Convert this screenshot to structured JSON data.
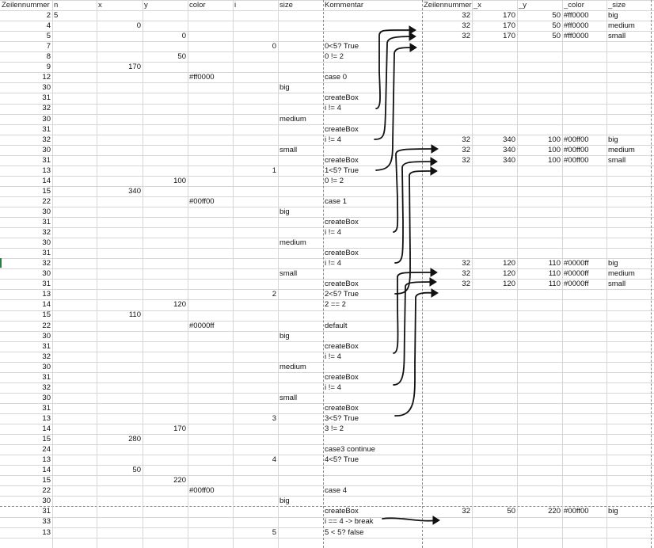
{
  "columns": [
    "Zeilennummer",
    "n",
    "x",
    "y",
    "color",
    "i",
    "size",
    "Kommentar",
    "Zeilennummer",
    "_x",
    "_y",
    "_color",
    "_size"
  ],
  "rows": [
    [
      "2",
      "5",
      "",
      "",
      "",
      "",
      "",
      "",
      "32",
      "170",
      "50",
      "#ff0000",
      "big"
    ],
    [
      "4",
      "",
      "0",
      "",
      "",
      "",
      "",
      "",
      "32",
      "170",
      "50",
      "#ff0000",
      "medium"
    ],
    [
      "5",
      "",
      "",
      "0",
      "",
      "",
      "",
      "",
      "32",
      "170",
      "50",
      "#ff0000",
      "small"
    ],
    [
      "7",
      "",
      "",
      "",
      "",
      "0",
      "",
      "0<5? True",
      "",
      "",
      "",
      "",
      ""
    ],
    [
      "8",
      "",
      "",
      "50",
      "",
      "",
      "",
      "0 != 2",
      "",
      "",
      "",
      "",
      ""
    ],
    [
      "9",
      "",
      "170",
      "",
      "",
      "",
      "",
      "",
      "",
      "",
      "",
      "",
      ""
    ],
    [
      "12",
      "",
      "",
      "",
      "#ff0000",
      "",
      "",
      "case 0",
      "",
      "",
      "",
      "",
      ""
    ],
    [
      "30",
      "",
      "",
      "",
      "",
      "",
      "big",
      "",
      "",
      "",
      "",
      "",
      ""
    ],
    [
      "31",
      "",
      "",
      "",
      "",
      "",
      "",
      "createBox",
      "",
      "",
      "",
      "",
      ""
    ],
    [
      "32",
      "",
      "",
      "",
      "",
      "",
      "",
      "i != 4",
      "",
      "",
      "",
      "",
      ""
    ],
    [
      "30",
      "",
      "",
      "",
      "",
      "",
      "medium",
      "",
      "",
      "",
      "",
      "",
      ""
    ],
    [
      "31",
      "",
      "",
      "",
      "",
      "",
      "",
      "createBox",
      "",
      "",
      "",
      "",
      ""
    ],
    [
      "32",
      "",
      "",
      "",
      "",
      "",
      "",
      "i != 4",
      "32",
      "340",
      "100",
      "#00ff00",
      "big"
    ],
    [
      "30",
      "",
      "",
      "",
      "",
      "",
      "small",
      "",
      "32",
      "340",
      "100",
      "#00ff00",
      "medium"
    ],
    [
      "31",
      "",
      "",
      "",
      "",
      "",
      "",
      "createBox",
      "32",
      "340",
      "100",
      "#00ff00",
      "small"
    ],
    [
      "13",
      "",
      "",
      "",
      "",
      "1",
      "",
      "1<5? True",
      "",
      "",
      "",
      "",
      ""
    ],
    [
      "14",
      "",
      "",
      "100",
      "",
      "",
      "",
      "0 != 2",
      "",
      "",
      "",
      "",
      ""
    ],
    [
      "15",
      "",
      "340",
      "",
      "",
      "",
      "",
      "",
      "",
      "",
      "",
      "",
      ""
    ],
    [
      "22",
      "",
      "",
      "",
      "#00ff00",
      "",
      "",
      "case 1",
      "",
      "",
      "",
      "",
      ""
    ],
    [
      "30",
      "",
      "",
      "",
      "",
      "",
      "big",
      "",
      "",
      "",
      "",
      "",
      ""
    ],
    [
      "31",
      "",
      "",
      "",
      "",
      "",
      "",
      "createBox",
      "",
      "",
      "",
      "",
      ""
    ],
    [
      "32",
      "",
      "",
      "",
      "",
      "",
      "",
      "i != 4",
      "",
      "",
      "",
      "",
      ""
    ],
    [
      "30",
      "",
      "",
      "",
      "",
      "",
      "medium",
      "",
      "",
      "",
      "",
      "",
      ""
    ],
    [
      "31",
      "",
      "",
      "",
      "",
      "",
      "",
      "createBox",
      "",
      "",
      "",
      "",
      ""
    ],
    [
      "32",
      "",
      "",
      "",
      "",
      "",
      "",
      "i != 4",
      "32",
      "120",
      "110",
      "#0000ff",
      "big"
    ],
    [
      "30",
      "",
      "",
      "",
      "",
      "",
      "small",
      "",
      "32",
      "120",
      "110",
      "#0000ff",
      "medium"
    ],
    [
      "31",
      "",
      "",
      "",
      "",
      "",
      "",
      "createBox",
      "32",
      "120",
      "110",
      "#0000ff",
      "small"
    ],
    [
      "13",
      "",
      "",
      "",
      "",
      "2",
      "",
      "2<5? True",
      "",
      "",
      "",
      "",
      ""
    ],
    [
      "14",
      "",
      "",
      "120",
      "",
      "",
      "",
      "2 == 2",
      "",
      "",
      "",
      "",
      ""
    ],
    [
      "15",
      "",
      "110",
      "",
      "",
      "",
      "",
      "",
      "",
      "",
      "",
      "",
      ""
    ],
    [
      "22",
      "",
      "",
      "",
      "#0000ff",
      "",
      "",
      "default",
      "",
      "",
      "",
      "",
      ""
    ],
    [
      "30",
      "",
      "",
      "",
      "",
      "",
      "big",
      "",
      "",
      "",
      "",
      "",
      ""
    ],
    [
      "31",
      "",
      "",
      "",
      "",
      "",
      "",
      "createBox",
      "",
      "",
      "",
      "",
      ""
    ],
    [
      "32",
      "",
      "",
      "",
      "",
      "",
      "",
      "i != 4",
      "",
      "",
      "",
      "",
      ""
    ],
    [
      "30",
      "",
      "",
      "",
      "",
      "",
      "medium",
      "",
      "",
      "",
      "",
      "",
      ""
    ],
    [
      "31",
      "",
      "",
      "",
      "",
      "",
      "",
      "createBox",
      "",
      "",
      "",
      "",
      ""
    ],
    [
      "32",
      "",
      "",
      "",
      "",
      "",
      "",
      "i != 4",
      "",
      "",
      "",
      "",
      ""
    ],
    [
      "30",
      "",
      "",
      "",
      "",
      "",
      "small",
      "",
      "",
      "",
      "",
      "",
      ""
    ],
    [
      "31",
      "",
      "",
      "",
      "",
      "",
      "",
      "createBox",
      "",
      "",
      "",
      "",
      ""
    ],
    [
      "13",
      "",
      "",
      "",
      "",
      "3",
      "",
      "3<5? True",
      "",
      "",
      "",
      "",
      ""
    ],
    [
      "14",
      "",
      "",
      "170",
      "",
      "",
      "",
      "3 != 2",
      "",
      "",
      "",
      "",
      ""
    ],
    [
      "15",
      "",
      "280",
      "",
      "",
      "",
      "",
      "",
      "",
      "",
      "",
      "",
      ""
    ],
    [
      "24",
      "",
      "",
      "",
      "",
      "",
      "",
      "case3 continue",
      "",
      "",
      "",
      "",
      ""
    ],
    [
      "13",
      "",
      "",
      "",
      "",
      "4",
      "",
      "4<5? True",
      "",
      "",
      "",
      "",
      ""
    ],
    [
      "14",
      "",
      "50",
      "",
      "",
      "",
      "",
      "",
      "",
      "",
      "",
      "",
      ""
    ],
    [
      "15",
      "",
      "",
      "220",
      "",
      "",
      "",
      "",
      "",
      "",
      "",
      "",
      ""
    ],
    [
      "22",
      "",
      "",
      "",
      "#00ff00",
      "",
      "",
      "case 4",
      "",
      "",
      "",
      "",
      ""
    ],
    [
      "30",
      "",
      "",
      "",
      "",
      "",
      "big",
      "",
      "",
      "",
      "",
      "",
      ""
    ],
    [
      "31",
      "",
      "",
      "",
      "",
      "",
      "",
      "createBox",
      "32",
      "50",
      "220",
      "#00ff00",
      "big"
    ],
    [
      "33",
      "",
      "",
      "",
      "",
      "",
      "",
      "i == 4 -> break",
      "",
      "",
      "",
      "",
      ""
    ],
    [
      "13",
      "",
      "",
      "",
      "",
      "5",
      "",
      "5 < 5? false",
      "",
      "",
      "",
      "",
      ""
    ]
  ],
  "ink_color": "#111111"
}
